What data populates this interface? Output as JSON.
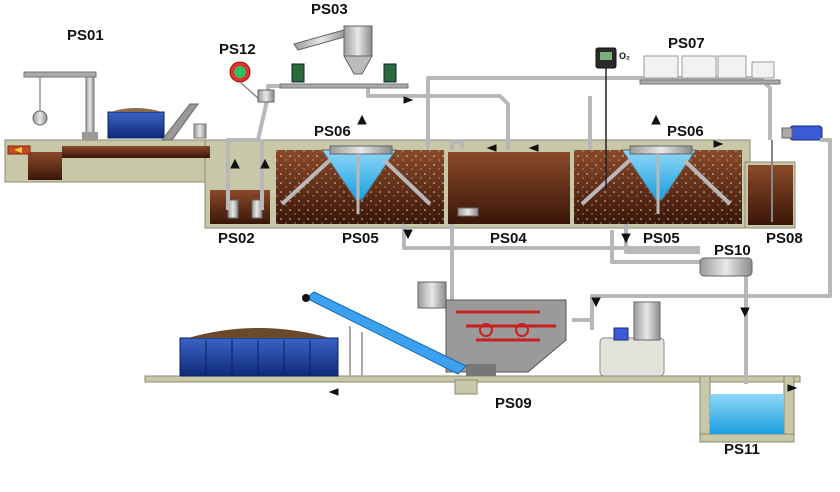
{
  "labels": {
    "ps01": "PS01",
    "ps02": "PS02",
    "ps03": "PS03",
    "ps04": "PS04",
    "ps05_left": "PS05",
    "ps05_right": "PS05",
    "ps06_left": "PS06",
    "ps06_right": "PS06",
    "ps07": "PS07",
    "ps08": "PS08",
    "ps09": "PS09",
    "ps10": "PS10",
    "ps11": "PS11",
    "ps12": "PS12"
  },
  "oxygen_probe_label": "O₂",
  "colors": {
    "sludge": "#5e2a14",
    "water": "#2ab0e8",
    "concrete": "#c8c8a8",
    "pipe": "#c4c4c4",
    "container": "#1e47a8",
    "conveyor": "#3aa0f0"
  }
}
